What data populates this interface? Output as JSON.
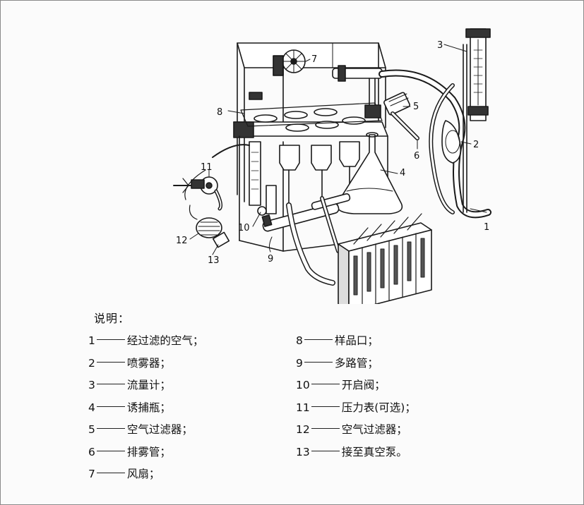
{
  "legend": {
    "title": "说明：",
    "left": [
      {
        "num": "1",
        "text": "经过滤的空气；"
      },
      {
        "num": "2",
        "text": "喷雾器；"
      },
      {
        "num": "3",
        "text": "流量计；"
      },
      {
        "num": "4",
        "text": "诱捕瓶；"
      },
      {
        "num": "5",
        "text": "空气过滤器；"
      },
      {
        "num": "6",
        "text": "排雾管；"
      },
      {
        "num": "7",
        "text": "风扇；"
      }
    ],
    "right": [
      {
        "num": "8",
        "text": "样品口；"
      },
      {
        "num": "9",
        "text": "多路管；"
      },
      {
        "num": "10",
        "text": "开启阀；"
      },
      {
        "num": "11",
        "text": "压力表(可选)；"
      },
      {
        "num": "12",
        "text": "空气过滤器；"
      },
      {
        "num": "13",
        "text": "接至真空泵。"
      }
    ]
  },
  "callouts": {
    "c1": "1",
    "c2": "2",
    "c3": "3",
    "c4": "4",
    "c5": "5",
    "c6": "6",
    "c7": "7",
    "c8": "8",
    "c9": "9",
    "c10": "10",
    "c11": "11",
    "c12": "12",
    "c13": "13"
  }
}
